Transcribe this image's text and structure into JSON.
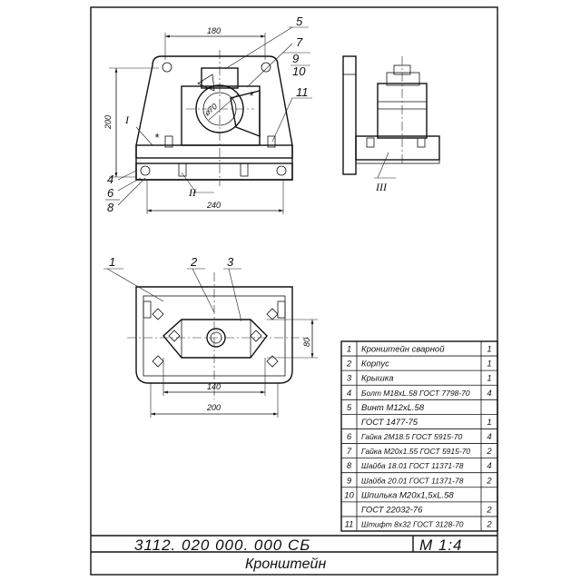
{
  "drawing": {
    "dimensions": {
      "top_width": "180",
      "height": "200",
      "bore": "⌀70",
      "base_width": "240",
      "plan_inner": "140",
      "plan_outer": "200",
      "plan_depth": "80"
    },
    "leaders_top": [
      "5",
      "7",
      "9",
      "10",
      "11"
    ],
    "leaders_left": [
      "4",
      "6",
      "8"
    ],
    "leaders_plan": [
      "1",
      "2",
      "3"
    ],
    "views": {
      "detail_1": "I",
      "detail_2": "II",
      "detail_3": "III"
    },
    "marks": {
      "weld_1": "*",
      "weld_2": "*"
    }
  },
  "bom": {
    "rows": [
      {
        "pos": "1",
        "name": "Кронштейн сварной",
        "qty": "1"
      },
      {
        "pos": "2",
        "name": "Корпус",
        "qty": "1"
      },
      {
        "pos": "3",
        "name": "Крышка",
        "qty": "1"
      },
      {
        "pos": "4",
        "name": "Болт М18xL.58 ГОСТ 7798-70",
        "qty": "4"
      },
      {
        "pos": "5",
        "name": "Винт М12xL.58",
        "qty": ""
      },
      {
        "pos": "",
        "name": "ГОСТ 1477-75",
        "qty": "1"
      },
      {
        "pos": "6",
        "name": "Гайка 2М18.5 ГОСТ 5915-70",
        "qty": "4"
      },
      {
        "pos": "7",
        "name": "Гайка М20x1.55 ГОСТ 5915-70",
        "qty": "2"
      },
      {
        "pos": "8",
        "name": "Шайба 18.01 ГОСТ 11371-78",
        "qty": "4"
      },
      {
        "pos": "9",
        "name": "Шайба 20.01 ГОСТ 11371-78",
        "qty": "2"
      },
      {
        "pos": "10",
        "name": "Шпилька М20x1,5xL.58",
        "qty": ""
      },
      {
        "pos": "",
        "name": "ГОСТ 22032-76",
        "qty": "2"
      },
      {
        "pos": "11",
        "name": "Штифт 8x32 ГОСТ 3128-70",
        "qty": "2"
      }
    ]
  },
  "title_block": {
    "doc_code": "3112. 020 000. 000 СБ",
    "scale": "М 1:4",
    "name": "Кронштейн"
  }
}
